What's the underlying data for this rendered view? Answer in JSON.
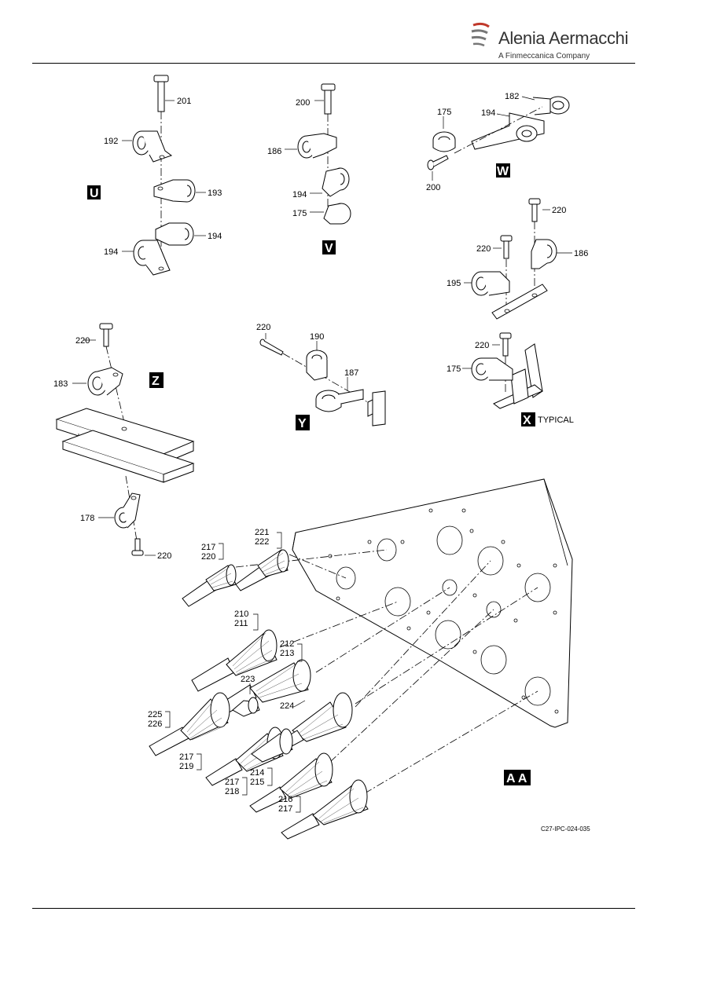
{
  "header": {
    "brand": "Alenia Aermacchi",
    "tagline": "A Finmeccanica Company"
  },
  "views": {
    "U": "U",
    "V": "V",
    "W": "W",
    "X": "X",
    "Y": "Y",
    "Z": "Z",
    "AA": "A A",
    "x_note": "TYPICAL"
  },
  "callouts": {
    "u_201": "201",
    "u_192": "192",
    "u_193": "193",
    "u_194a": "194",
    "u_194b": "194",
    "v_200": "200",
    "v_186": "186",
    "v_194": "194",
    "v_175": "175",
    "w_182": "182",
    "w_175": "175",
    "w_194": "194",
    "w_200": "200",
    "x1_220a": "220",
    "x1_220b": "220",
    "x1_186": "186",
    "x1_195": "195",
    "x2_220": "220",
    "x2_175": "175",
    "z_220a": "220",
    "z_183": "183",
    "z_178": "178",
    "z_220b": "220",
    "y_220": "220",
    "y_190": "190",
    "y_187": "187",
    "aa_221": "221",
    "aa_222": "222",
    "aa_217a": "217",
    "aa_220": "220",
    "aa_210": "210",
    "aa_211": "211",
    "aa_212": "212",
    "aa_213": "213",
    "aa_223": "223",
    "aa_224": "224",
    "aa_225": "225",
    "aa_226": "226",
    "aa_217b": "217",
    "aa_219": "219",
    "aa_214": "214",
    "aa_215": "215",
    "aa_217c": "217",
    "aa_218": "218",
    "aa_216": "216",
    "aa_217d": "217"
  },
  "figure_id": "C27-IPC-024-035"
}
